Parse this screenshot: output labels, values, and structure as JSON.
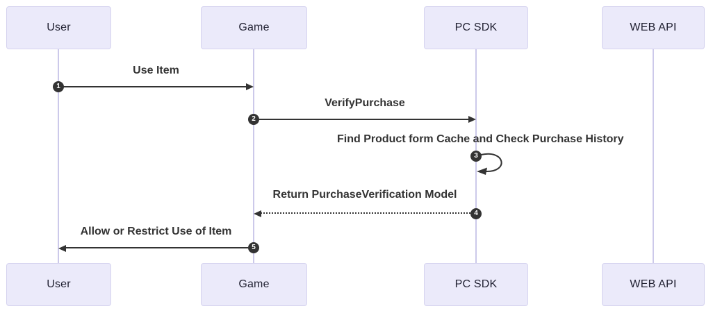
{
  "diagram": {
    "type": "sequence-diagram",
    "actors": [
      {
        "id": "user",
        "label": "User"
      },
      {
        "id": "game",
        "label": "Game"
      },
      {
        "id": "pc-sdk",
        "label": "PC SDK"
      },
      {
        "id": "web-api",
        "label": "WEB API"
      }
    ],
    "messages": [
      {
        "seq": "1",
        "label": "Use Item",
        "from": "User",
        "to": "Game",
        "line": "solid"
      },
      {
        "seq": "2",
        "label": "VerifyPurchase",
        "from": "Game",
        "to": "PC SDK",
        "line": "solid"
      },
      {
        "seq": "3",
        "label": "Find Product form Cache and Check Purchase History",
        "from": "PC SDK",
        "to": "PC SDK",
        "line": "self-loop"
      },
      {
        "seq": "4",
        "label": "Return PurchaseVerification Model",
        "from": "PC SDK",
        "to": "Game",
        "line": "dotted"
      },
      {
        "seq": "5",
        "label": "Allow or Restrict Use of Item",
        "from": "Game",
        "to": "User",
        "line": "solid"
      }
    ],
    "colors": {
      "background": "#ffffff",
      "actor_fill": "#ebeafa",
      "actor_border": "#d5d3ef",
      "lifeline": "#ccc9ea",
      "arrow": "#333333",
      "message_text": "#333333",
      "badge_fill": "#333333",
      "badge_text": "#ffffff"
    }
  }
}
